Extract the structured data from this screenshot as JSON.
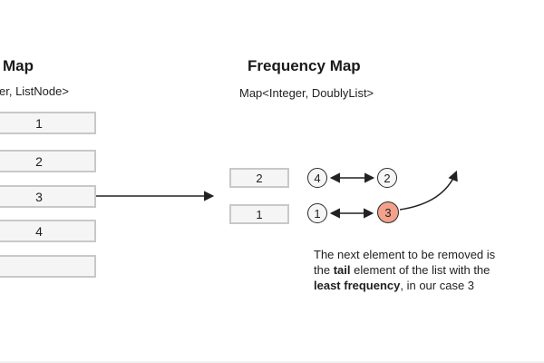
{
  "left_map": {
    "title": "Map",
    "subtitle_fragment": "er, ListNode>",
    "keys": [
      "1",
      "2",
      "3",
      "4",
      ""
    ]
  },
  "frequency_map": {
    "title": "Frequency Map",
    "subtitle": "Map<Integer, DoublyList>",
    "rows": [
      {
        "key": "2",
        "nodes": [
          "4",
          "2"
        ]
      },
      {
        "key": "1",
        "nodes": [
          "1",
          "3"
        ]
      }
    ],
    "highlighted_node": "3"
  },
  "note": {
    "line1": "The next element to be removed is",
    "line2_pre": "the ",
    "line2_bold": "tail",
    "line2_post": " element of the list with the",
    "line3_bold": "least frequency",
    "line3_post": ", in our case 3"
  },
  "colors": {
    "box_fill": "#f5f5f5",
    "box_border": "#c8c8c8",
    "node_fill": "#f6f6f6",
    "node_border": "#2b2b2b",
    "highlight_fill": "#f2a18a",
    "arrow": "#222222",
    "text": "#1f1f1f"
  }
}
